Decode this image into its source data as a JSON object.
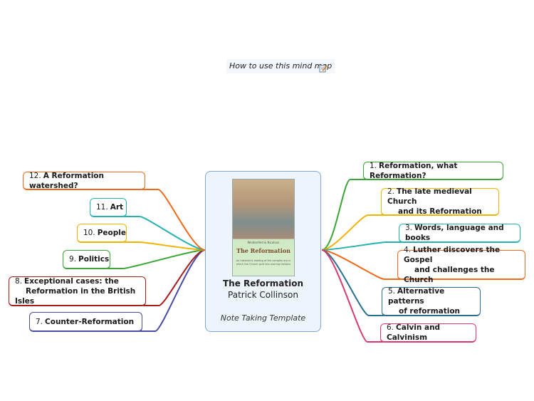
{
  "howto": {
    "label": "How to use this mind map"
  },
  "central": {
    "title": "The Reformation",
    "author": "Patrick Collinson",
    "template": "Note Taking Template"
  },
  "cover": {
    "series": "Weidenfeld & Nicolson",
    "title": "The Reformation",
    "subtitle": "An historian's reading of the complex era in which the Church split into warring factions"
  },
  "branches": [
    {
      "num": "1.",
      "lines": [
        "Reformation, what Reformation?"
      ],
      "color": "#3aa536"
    },
    {
      "num": "2.",
      "lines": [
        "The late medieval Church",
        "and its Reformation"
      ],
      "color": "#f0b400"
    },
    {
      "num": "3.",
      "lines": [
        "Words, language and books"
      ],
      "color": "#23b2b0"
    },
    {
      "num": "4.",
      "lines": [
        "Luther discovers the Gospel",
        "and challenges the Church"
      ],
      "color": "#f06a1a"
    },
    {
      "num": "5.",
      "lines": [
        "Alternative patterns",
        "of reformation"
      ],
      "color": "#2a6f8f"
    },
    {
      "num": "6.",
      "lines": [
        "Calvin and Calvinism"
      ],
      "color": "#d83a6a"
    },
    {
      "num": "7.",
      "lines": [
        "Counter-Reformation"
      ],
      "color": "#4a4aa8"
    },
    {
      "num": "8.",
      "lines": [
        "Exceptional cases: the",
        "Reformation in the British Isles"
      ],
      "color": "#a51e1e"
    },
    {
      "num": "9.",
      "lines": [
        "Politics"
      ],
      "color": "#3aa536"
    },
    {
      "num": "10.",
      "lines": [
        "People"
      ],
      "color": "#f0b400"
    },
    {
      "num": "11.",
      "lines": [
        "Art"
      ],
      "color": "#23b2b0"
    },
    {
      "num": "12.",
      "lines": [
        "A Reformation watershed?"
      ],
      "color": "#f06a1a"
    }
  ]
}
